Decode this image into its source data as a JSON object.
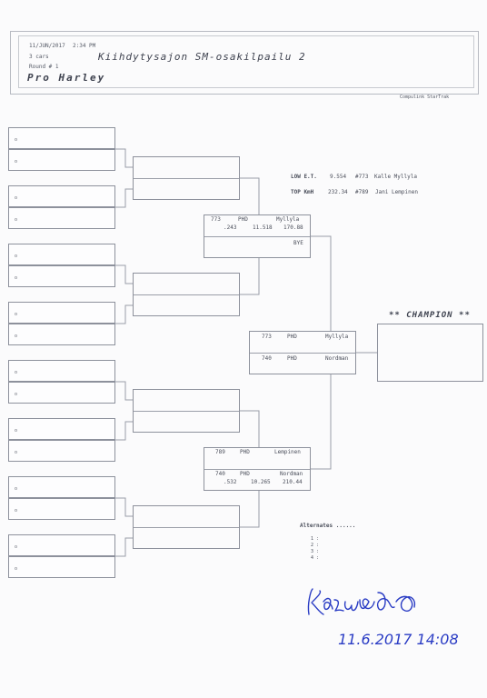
{
  "header": {
    "date": "11/JUN/2017",
    "time": "2:34 PM",
    "cars": "3 cars",
    "round": "Round # 1",
    "title": "Kiihdytysajon SM-osakilpailu 2",
    "event_class": "Pro Harley",
    "software": "Compulink  StarTrak"
  },
  "round1_slot_marker": "o",
  "records": {
    "low_et": {
      "label": "LOW E.T.",
      "value": "9.554",
      "car": "#773",
      "driver": "Kalle Myllyla"
    },
    "top_speed": {
      "label": "TOP KmH",
      "value": "232.34",
      "car": "#789",
      "driver": "Jani Lempinen"
    }
  },
  "semi_top": {
    "upper": {
      "car": "773",
      "type": "PHD",
      "name": "Myllyla",
      "reaction": ".243",
      "et": "11.518",
      "speed": "170.88"
    },
    "lower": {
      "name": "BYE"
    }
  },
  "semi_bottom": {
    "upper": {
      "car": "789",
      "type": "PHD",
      "name": "Lempinen"
    },
    "lower": {
      "car": "740",
      "type": "PHD",
      "name": "Nordman",
      "reaction": ".532",
      "et": "10.265",
      "speed": "210.44"
    }
  },
  "final": {
    "upper": {
      "car": "773",
      "type": "PHD",
      "name": "Myllyla"
    },
    "lower": {
      "car": "740",
      "type": "PHD",
      "name": "Nordman"
    }
  },
  "champion": {
    "label": "** CHAMPION **"
  },
  "alternates": {
    "label": "Alternates ......",
    "items": [
      "1 :",
      "2 :",
      "3 :",
      "4 :"
    ]
  },
  "signature": {
    "date_time": "11.6.2017  14:08"
  },
  "colors": {
    "ink": "#4a4e5a",
    "lines": "#8d919c",
    "pen": "#2a3cc4"
  }
}
